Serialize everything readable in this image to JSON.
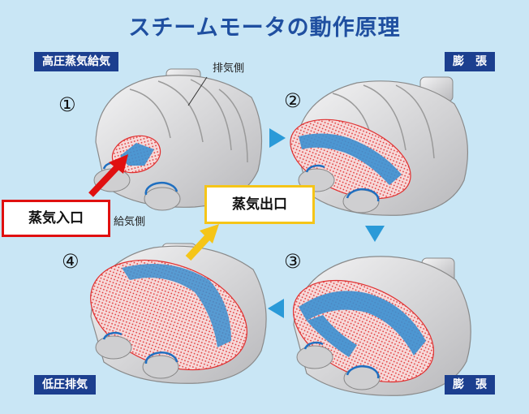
{
  "title": "スチームモータの動作原理",
  "labels": {
    "high_pressure_supply": "高圧蒸気給気",
    "expansion_top": "膨　張",
    "expansion_bottom": "膨　張",
    "low_pressure_exhaust": "低圧排気",
    "exhaust_side": "排気側",
    "supply_side": "給気側",
    "steam_inlet": "蒸気入口",
    "steam_outlet": "蒸気出口"
  },
  "steps": [
    "①",
    "②",
    "③",
    "④"
  ],
  "colors": {
    "background": "#c9e6f5",
    "title": "#1f4fa0",
    "tag": "#1c3f8f",
    "flow_arrow": "#2a9ad8",
    "steam_fill": "#3b8fd0",
    "hatch": "#e03030",
    "inlet_arrow": "#e01010",
    "outlet_arrow": "#f5c518",
    "rotor": "#e9e9ea"
  }
}
